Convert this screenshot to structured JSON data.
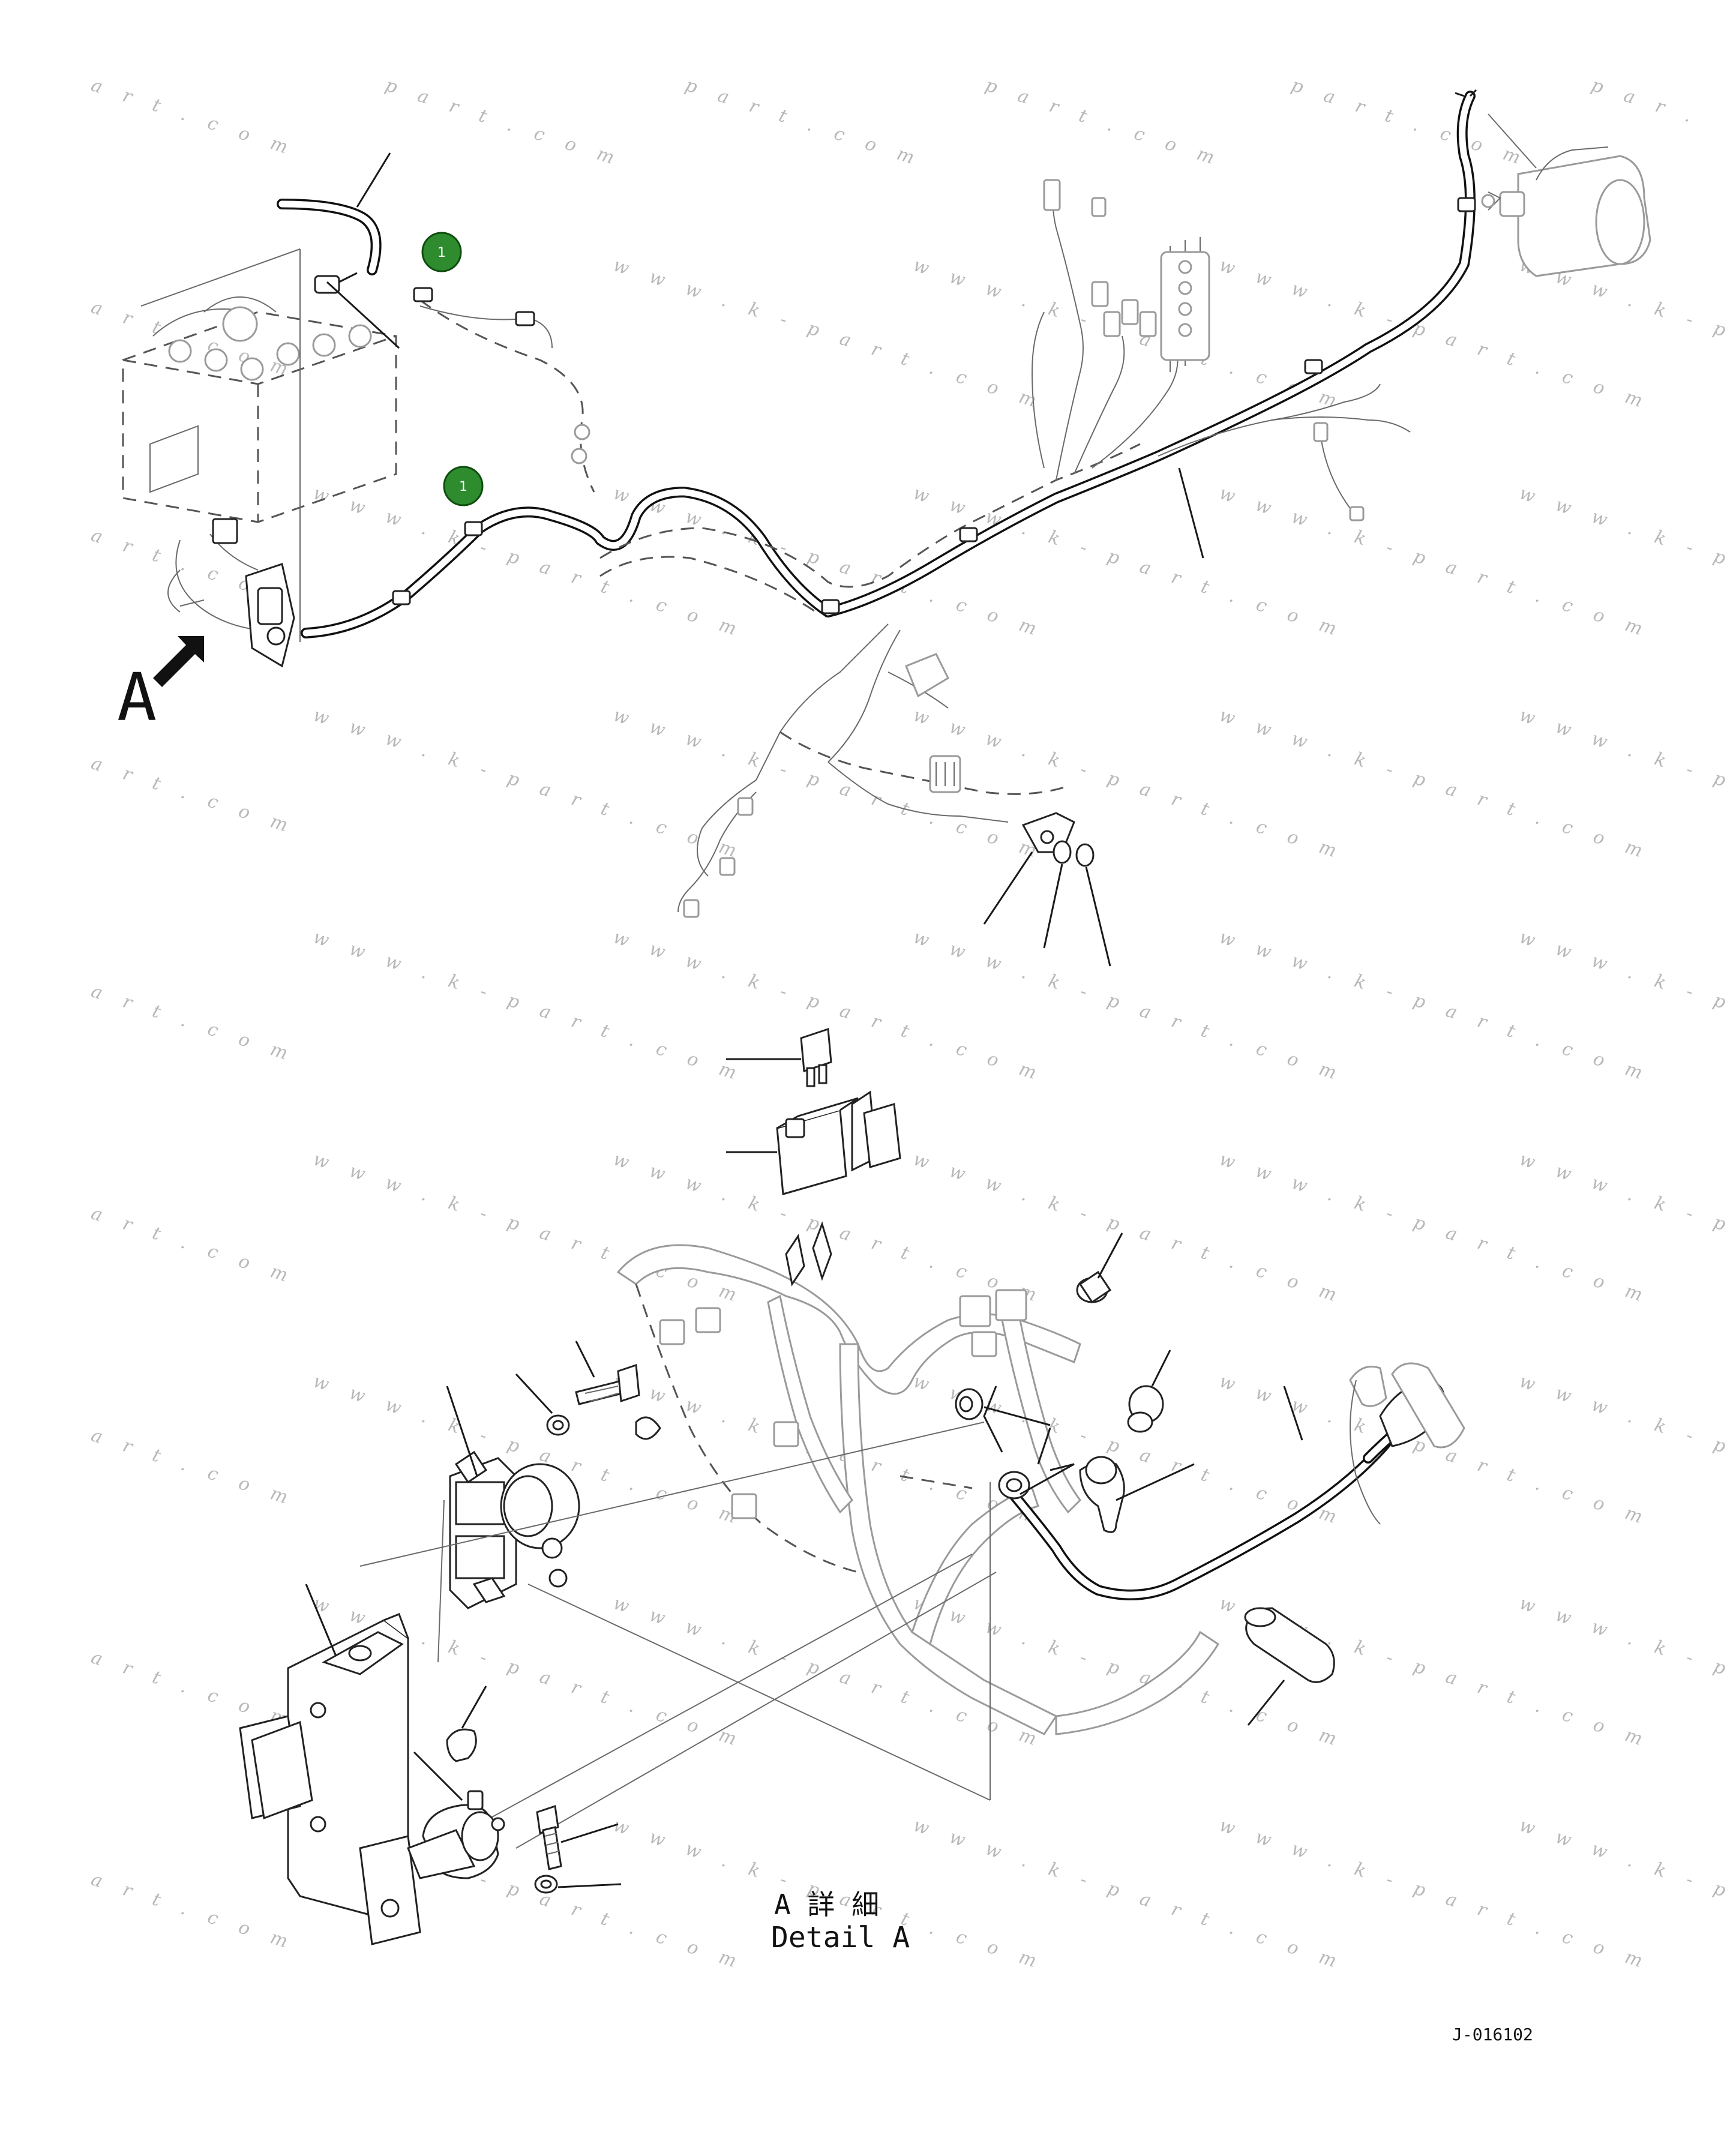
{
  "view_label": "A",
  "detail_title_jp": "A 詳 細",
  "detail_title_en": "Detail A",
  "drawing_number": "J-016102",
  "callouts": [
    {
      "id": "callout-1-top",
      "text": "1"
    },
    {
      "id": "callout-1-mid",
      "text": "1"
    }
  ],
  "watermarks": {
    "domain_text": "w w w . k - p a r t . c o m",
    "short_text": "p a r t . c o m",
    "fragment_left": "a r t . c o m",
    "fragment_right": "w w w . k - p a r .",
    "fragment_top_right": "p a r ."
  },
  "colors": {
    "callout_fill": "#2e8b2e",
    "callout_stroke": "#0f4d0f",
    "line": "#1a1a1a",
    "watermark": "#b8b8b8"
  }
}
